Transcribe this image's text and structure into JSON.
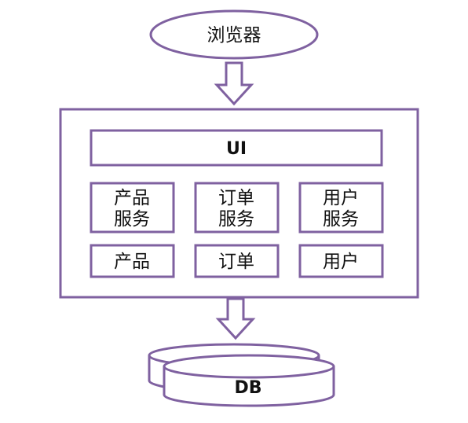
{
  "diagram": {
    "browser": "浏览器",
    "ui": "UI",
    "services": [
      {
        "line1": "产品",
        "line2": "服务"
      },
      {
        "line1": "订单",
        "line2": "服务"
      },
      {
        "line1": "用户",
        "line2": "服务"
      }
    ],
    "modules": [
      "产品",
      "订单",
      "用户"
    ],
    "database": "DB",
    "colors": {
      "stroke": "#7f61a0",
      "fill": "#ffffff",
      "text": "#111111"
    }
  }
}
